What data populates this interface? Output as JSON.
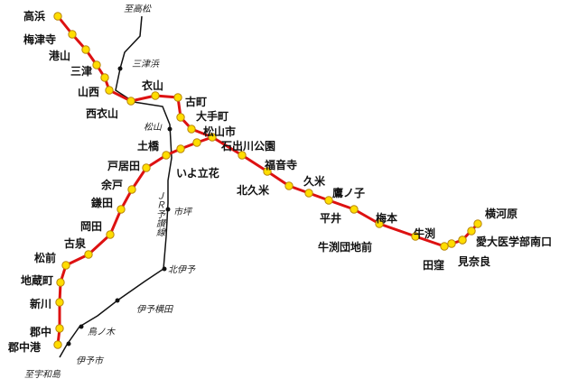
{
  "colors": {
    "line": "#dd1111",
    "station_fill": "#ffdd00",
    "station_stroke": "#b8860b",
    "jr": "#111111"
  },
  "stations": [
    {
      "id": "takahama",
      "label": "高浜"
    },
    {
      "id": "baishinji",
      "label": "梅津寺"
    },
    {
      "id": "minatoyama",
      "label": "港山"
    },
    {
      "id": "mitsu",
      "label": "三津"
    },
    {
      "id": "yamanishi",
      "label": "山西"
    },
    {
      "id": "nishikinuyama",
      "label": "西衣山"
    },
    {
      "id": "kinuyama",
      "label": "衣山"
    },
    {
      "id": "komachi",
      "label": "古町"
    },
    {
      "id": "otemachi",
      "label": "大手町"
    },
    {
      "id": "matsuyamashi",
      "label": "松山市"
    },
    {
      "id": "ishiteko",
      "label": "石出川公園"
    },
    {
      "id": "tsuchihashi",
      "label": "土橋"
    },
    {
      "id": "iyotachibana",
      "label": "いよ立花"
    },
    {
      "id": "fukuonji",
      "label": "福音寺"
    },
    {
      "id": "kitakume",
      "label": "北久米"
    },
    {
      "id": "kume",
      "label": "久米"
    },
    {
      "id": "takanoko",
      "label": "鷹ノ子"
    },
    {
      "id": "hirai",
      "label": "平井"
    },
    {
      "id": "umenomoto",
      "label": "梅本"
    },
    {
      "id": "ushibuchidanchi",
      "label": "牛渕団地前"
    },
    {
      "id": "takubo",
      "label": "田窪"
    },
    {
      "id": "ushibuchi",
      "label": "牛渕"
    },
    {
      "id": "mirana",
      "label": "見奈良"
    },
    {
      "id": "aidaimae",
      "label": "愛大医学部南口"
    },
    {
      "id": "yokogawara",
      "label": "横河原"
    },
    {
      "id": "toiden",
      "label": "戸居田"
    },
    {
      "id": "yodo",
      "label": "余戸"
    },
    {
      "id": "kamata",
      "label": "鎌田"
    },
    {
      "id": "okada",
      "label": "岡田"
    },
    {
      "id": "koizumi",
      "label": "古泉"
    },
    {
      "id": "matsumae",
      "label": "松前"
    },
    {
      "id": "jizomachi",
      "label": "地蔵町"
    },
    {
      "id": "shinkawa",
      "label": "新川"
    },
    {
      "id": "gunchu",
      "label": "郡中"
    },
    {
      "id": "gunchuko",
      "label": "郡中港"
    }
  ],
  "jr_labels": {
    "to_takamatsu": "至高松",
    "mitsuhama": "三津浜",
    "matsuyama": "松山",
    "ichitsubo": "市坪",
    "yosan_line": "ＪＲ予讃線",
    "kitaiyo": "北伊予",
    "iyoyokota": "伊予横田",
    "torinoki": "鳥ノ木",
    "iyoshi": "伊予市",
    "to_uwajima": "至宇和島"
  }
}
